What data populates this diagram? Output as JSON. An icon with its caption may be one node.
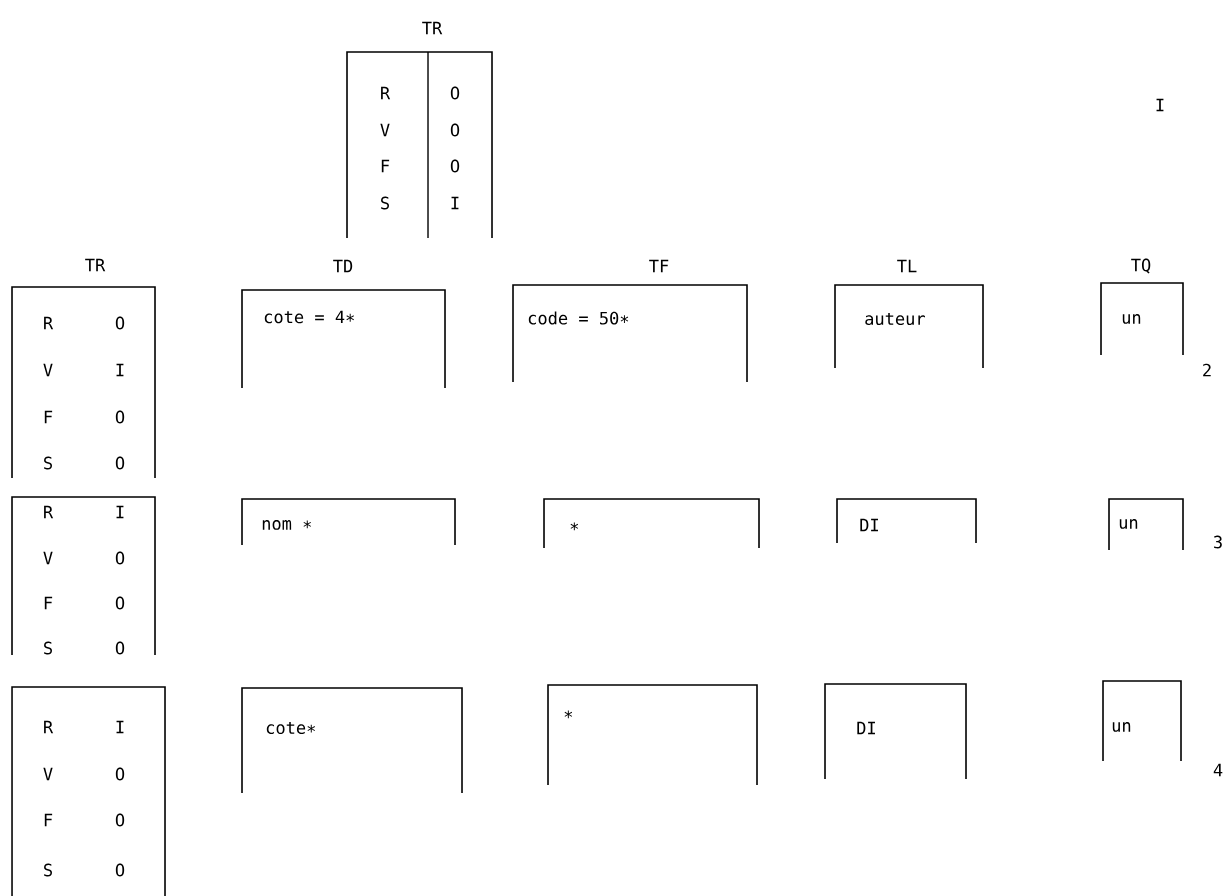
{
  "diagram": {
    "nodes": [
      {
        "text": [
          "TR",
          "R",
          "O",
          "V",
          "O",
          "F",
          "O",
          "S",
          "I"
        ]
      },
      {
        "text": [
          "TR",
          "R",
          "O",
          "V",
          "I",
          "F",
          "O",
          "S",
          "O"
        ]
      },
      {
        "text": [
          "TD",
          "cote = 4∗"
        ]
      },
      {
        "text": [
          "TF",
          "code = 50∗"
        ]
      },
      {
        "text": [
          "TL",
          "auteur"
        ]
      },
      {
        "text": [
          "TQ",
          "un"
        ]
      },
      {
        "text": [
          "R",
          "I",
          "V",
          "O",
          "F",
          "O",
          "S",
          "O"
        ]
      },
      {
        "text": [
          "nom ∗"
        ]
      },
      {
        "text": [
          "∗"
        ]
      },
      {
        "text": [
          "DI"
        ]
      },
      {
        "text": [
          "un"
        ]
      },
      {
        "text": [
          "R",
          "I",
          "V",
          "O",
          "F",
          "O",
          "S",
          "O"
        ]
      },
      {
        "text": [
          "cote∗"
        ]
      },
      {
        "text": [
          "∗"
        ]
      },
      {
        "text": [
          "DI"
        ]
      },
      {
        "text": [
          "un"
        ]
      }
    ],
    "labels": [
      "I",
      "2",
      "3",
      "4"
    ]
  }
}
